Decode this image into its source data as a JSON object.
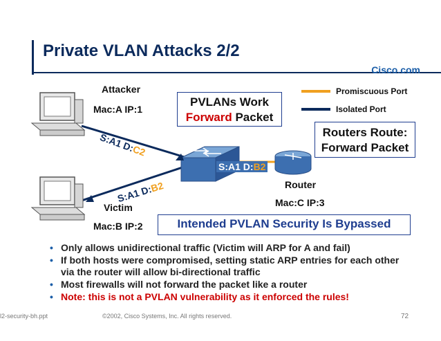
{
  "title": "Private VLAN Attacks 2/2",
  "brand": "Cisco.com",
  "attacker": {
    "name": "Attacker",
    "addr": "Mac:A IP:1"
  },
  "victim": {
    "name": "Victim",
    "addr": "Mac:B IP:2"
  },
  "router": {
    "name": "Router",
    "addr": "Mac:C IP:3"
  },
  "callout_pvlan": {
    "line1": "PVLANs Work",
    "line2_red": "Forward",
    "line2_rest": " Packet"
  },
  "callout_router": {
    "line1": "Routers Route:",
    "line2": "Forward Packet"
  },
  "bypassed": "Intended PVLAN Security Is Bypassed",
  "legend": {
    "promiscuous": "Promiscuous Port",
    "isolated": "Isolated Port",
    "promiscuous_color": "#f0a020",
    "isolated_color": "#0b2a5c"
  },
  "packets": {
    "attacker_pkt": {
      "prefix": "S:A1 D:",
      "suffix": "C2"
    },
    "router_pkt": {
      "prefix": "S:A1 D:",
      "suffix": "B2"
    },
    "victim_pkt": {
      "prefix": "S:A1 D:",
      "suffix": "B2"
    }
  },
  "bullets": [
    "Only allows unidirectional traffic (Victim will ARP for A and fail)",
    "If both hosts were compromised, setting static ARP entries for each other via the router will allow bi-directional traffic",
    "Most firewalls will not forward the packet like a router",
    "Note: this is not a PVLAN vulnerability as it enforced the rules!"
  ],
  "footer": {
    "file": "l2-security-bh.ppt",
    "copyright": "©2002, Cisco Systems, Inc. All rights reserved.",
    "page": "72"
  }
}
